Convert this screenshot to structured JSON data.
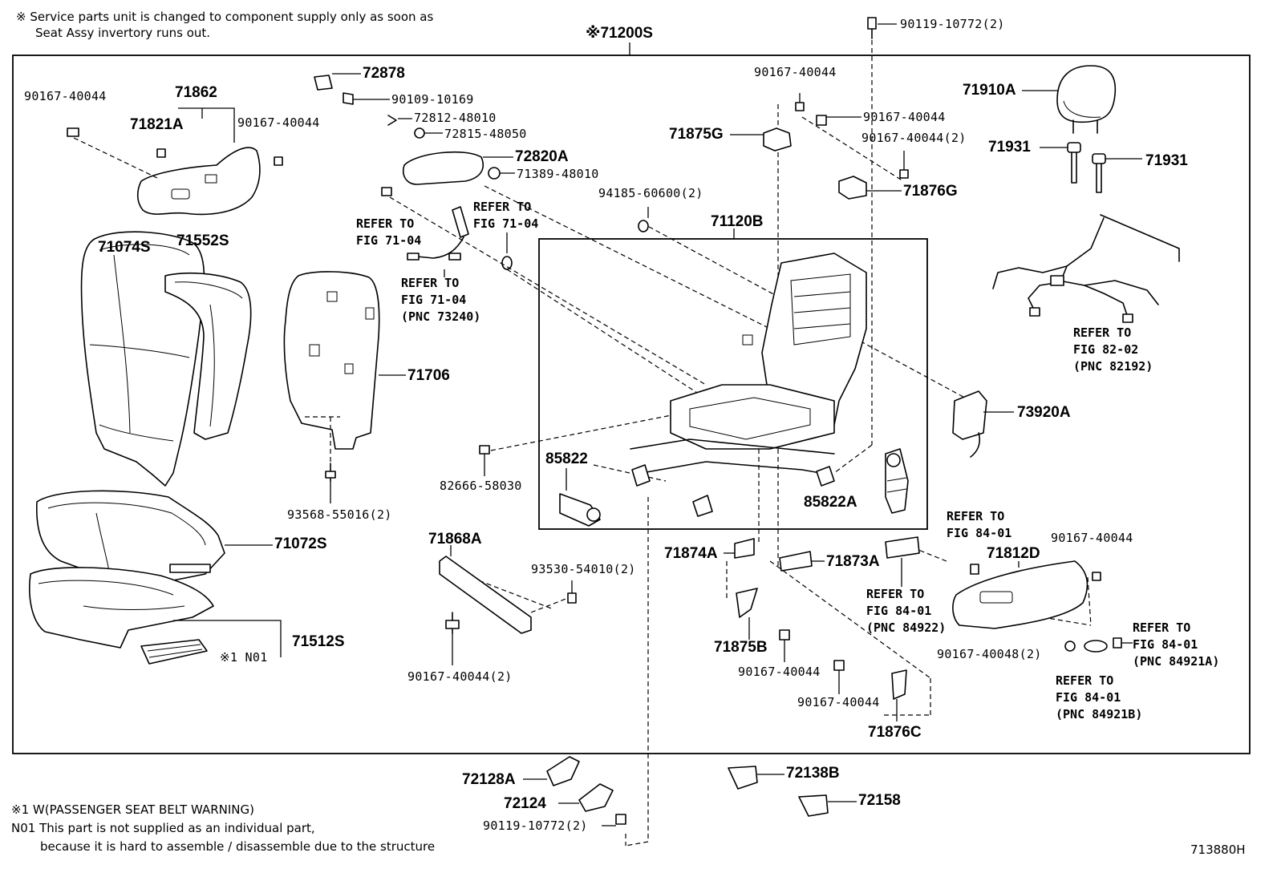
{
  "notes": {
    "top_line1": "※ Service parts unit is changed to component supply only as soon as",
    "top_line2": "Seat Assy invertory runs out.",
    "bottom_line1": "※1 W(PASSENGER SEAT BELT WARNING)",
    "bottom_line2": "N01 This part is not supplied as an individual part,",
    "bottom_line3": "because it is hard to assemble / disassemble due to the structure"
  },
  "diagram_code": "713880H",
  "assembly_label": "※71200S",
  "parts": {
    "p90119_10772_top": "90119-10772(2)",
    "p90167_40044_tl": "90167-40044",
    "p71862": "71862",
    "p71821A": "71821A",
    "p90167_40044_t2": "90167-40044",
    "p72878": "72878",
    "p90109_10169": "90109-10169",
    "p72812_48010": "72812-48010",
    "p72815_48050": "72815-48050",
    "p72820A": "72820A",
    "p71389_48010": "71389-48010",
    "p90167_40044_c1": "90167-40044",
    "p90167_40044_c2": "90167-40044",
    "p71875G": "71875G",
    "p90167_40044_c3": "90167-40044(2)",
    "p71876G": "71876G",
    "p94185_60600": "94185-60600(2)",
    "p71910A": "71910A",
    "p71931_l": "71931",
    "p71931_r": "71931",
    "p71074S": "71074S",
    "p71552S": "71552S",
    "p71120B": "71120B",
    "p71706": "71706",
    "p73920A": "73920A",
    "p85822": "85822",
    "p82666_58030": "82666-58030",
    "p85822A": "85822A",
    "p93568_55016": "93568-55016(2)",
    "p71072S": "71072S",
    "p71868A": "71868A",
    "p93530_54010": "93530-54010(2)",
    "p71874A": "71874A",
    "p71873A": "71873A",
    "p71812D": "71812D",
    "p90167_40044_r": "90167-40044",
    "p71512S": "71512S",
    "pN01": "※1 N01",
    "p90167_40044_b": "90167-40044(2)",
    "p71875B": "71875B",
    "p90167_40044_m1": "90167-40044",
    "p90167_40044_m2": "90167-40044",
    "p71876C": "71876C",
    "p90167_40048": "90167-40048(2)",
    "p72128A": "72128A",
    "p72124": "72124",
    "p90119_10772_bot": "90119-10772(2)",
    "p72138B": "72138B",
    "p72158": "72158"
  },
  "refs": {
    "r1_l1": "REFER TO",
    "r1_l2": "FIG 71-04",
    "r2_l1": "REFER TO",
    "r2_l2": "FIG 71-04",
    "r3_l1": "REFER TO",
    "r3_l2": "FIG 71-04",
    "r3_l3": "(PNC 73240)",
    "r4_l1": "REFER TO",
    "r4_l2": "FIG 82-02",
    "r4_l3": "(PNC 82192)",
    "r5_l1": "REFER TO",
    "r5_l2": "FIG 84-01",
    "r6_l1": "REFER TO",
    "r6_l2": "FIG 84-01",
    "r6_l3": "(PNC 84922)",
    "r7_l1": "REFER TO",
    "r7_l2": "FIG 84-01",
    "r7_l3": "(PNC 84921A)",
    "r8_l1": "REFER TO",
    "r8_l2": "FIG 84-01",
    "r8_l3": "(PNC 84921B)"
  }
}
